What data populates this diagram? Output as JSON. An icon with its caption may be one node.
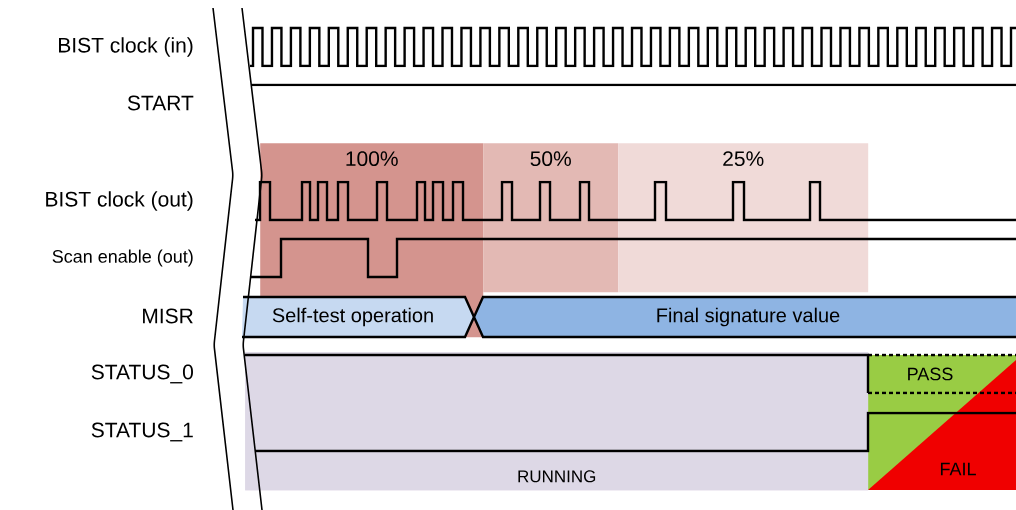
{
  "diagram": {
    "nodes": [
      {
        "text": [
          "100%"
        ]
      },
      {
        "text": [
          "50%"
        ]
      },
      {
        "text": [
          "25%"
        ]
      },
      {
        "text": [
          "Self-test operation"
        ]
      },
      {
        "text": [
          "Final signature value"
        ]
      },
      {
        "text": [
          "RUNNING"
        ]
      },
      {
        "text": [
          "PASS"
        ]
      },
      {
        "text": [
          "FAIL"
        ]
      }
    ],
    "labels": [
      "BIST clock (in)",
      "START",
      "BIST clock (out)",
      "Scan enable (out)",
      "MISR",
      "STATUS_0",
      "STATUS_1"
    ]
  }
}
